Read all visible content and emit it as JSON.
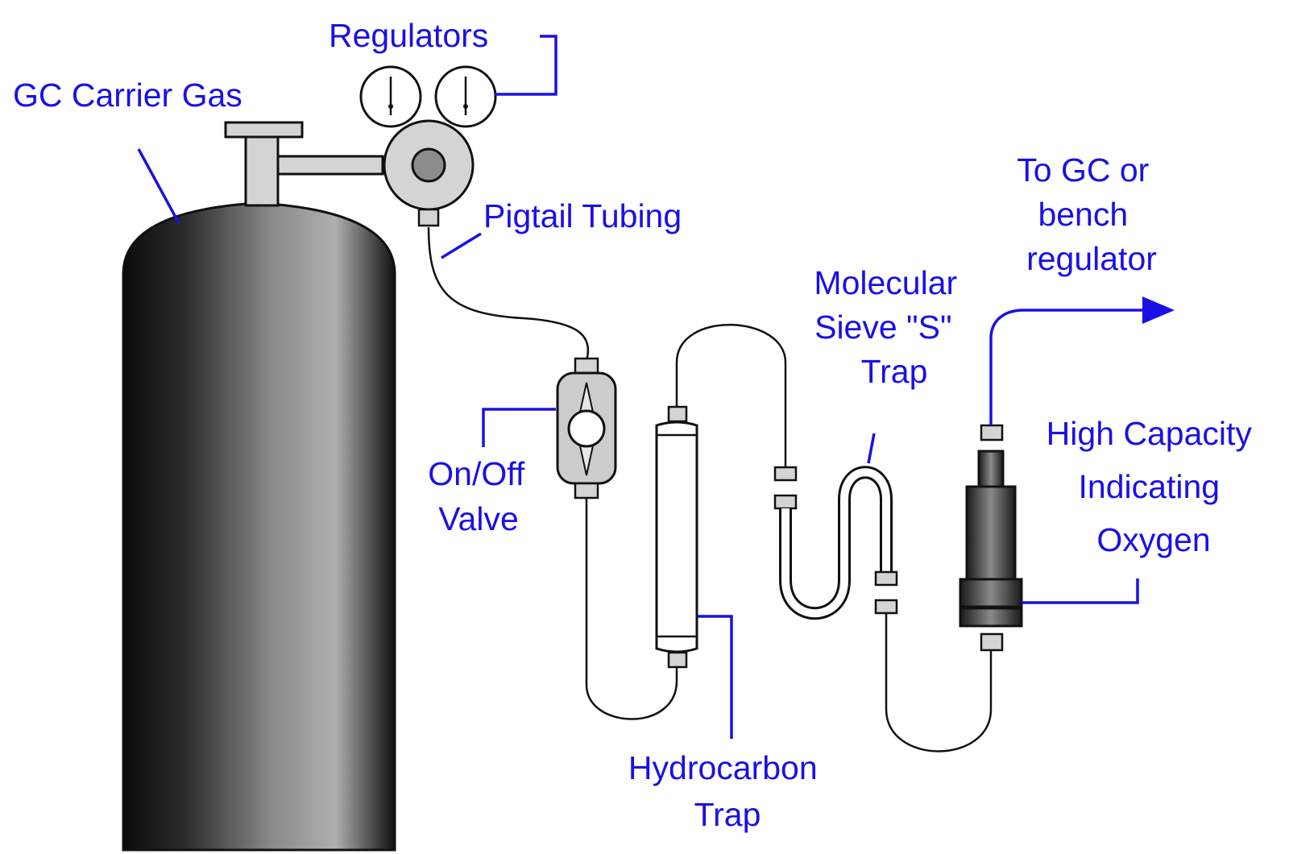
{
  "diagram": {
    "title": "Gas purification trap setup",
    "colors": {
      "label": "#1a10e6",
      "outline": "#111111",
      "metal": "#d4d4d4",
      "background": "#ffffff"
    },
    "labels": {
      "regulators": "Regulators",
      "carrier_gas": "GC Carrier Gas",
      "pigtail": "Pigtail Tubing",
      "to_gc": [
        "To GC or",
        "bench",
        "regulator"
      ],
      "sieve_trap": [
        "Molecular",
        "Sieve \"S\"",
        "Trap"
      ],
      "valve": [
        "On/Off",
        "Valve"
      ],
      "oxygen_trap": [
        "High Capacity",
        "Indicating",
        "Oxygen"
      ],
      "hydrocarbon_trap": [
        "Hydrocarbon",
        "Trap"
      ]
    }
  }
}
